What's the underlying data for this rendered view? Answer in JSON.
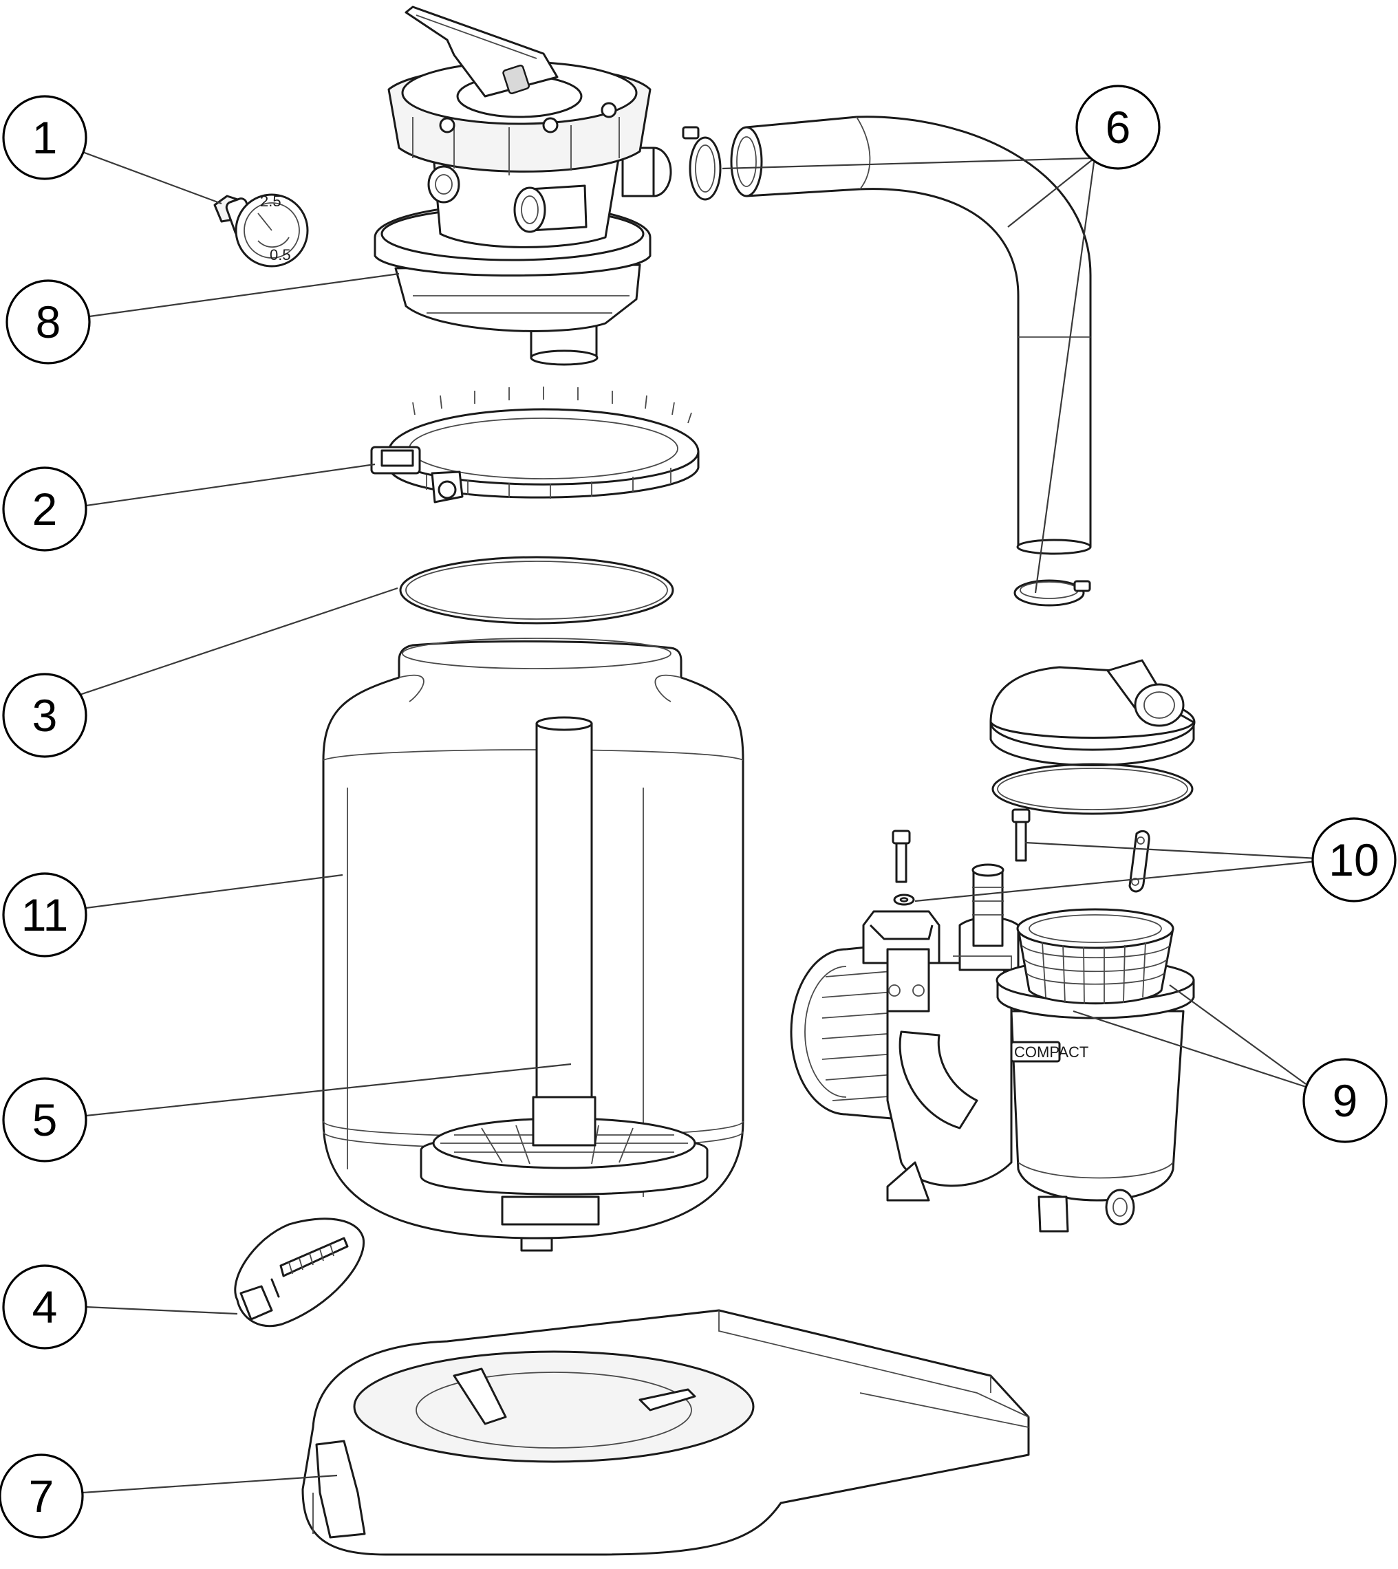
{
  "callouts": [
    {
      "id": "1",
      "label": "1"
    },
    {
      "id": "2",
      "label": "2"
    },
    {
      "id": "3",
      "label": "3"
    },
    {
      "id": "4",
      "label": "4"
    },
    {
      "id": "5",
      "label": "5"
    },
    {
      "id": "6",
      "label": "6"
    },
    {
      "id": "7",
      "label": "7"
    },
    {
      "id": "8",
      "label": "8"
    },
    {
      "id": "9",
      "label": "9"
    },
    {
      "id": "10",
      "label": "10"
    },
    {
      "id": "11",
      "label": "11"
    }
  ],
  "pump": {
    "brand_label": "COMPACT"
  }
}
